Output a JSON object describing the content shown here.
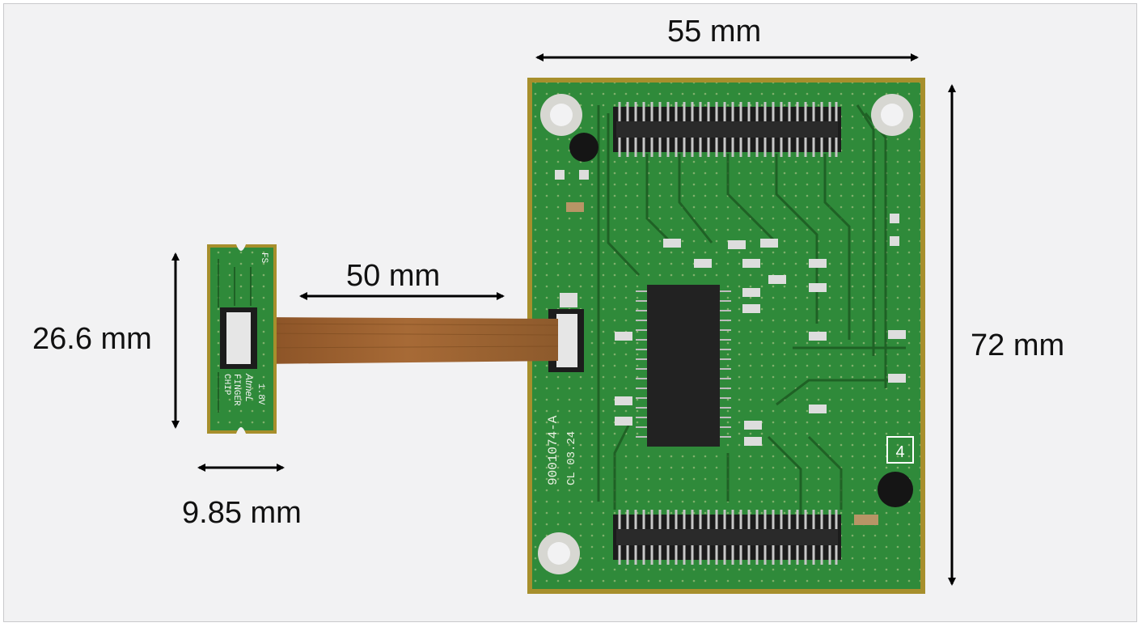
{
  "dimensions": {
    "board_width": "55 mm",
    "board_height": "72 mm",
    "cable_length": "50 mm",
    "sensor_height": "26.6 mm",
    "sensor_width": "9.85 mm"
  },
  "silkscreen": {
    "part_number": "9001074-A",
    "date_code": "CL 03.24",
    "board_marker": "4",
    "sensor_brand": "AtmeL",
    "sensor_text_1": "FINGER",
    "sensor_text_2": "CHIP",
    "sensor_voltage": "1.8V",
    "sensor_code": "FS"
  },
  "colors": {
    "pcb_green": "#2f8a3a",
    "pcb_border": "#a78f2c",
    "flex_cable": "#9a6232",
    "connector_body": "#1c1c1c",
    "background": "#f2f2f3"
  }
}
